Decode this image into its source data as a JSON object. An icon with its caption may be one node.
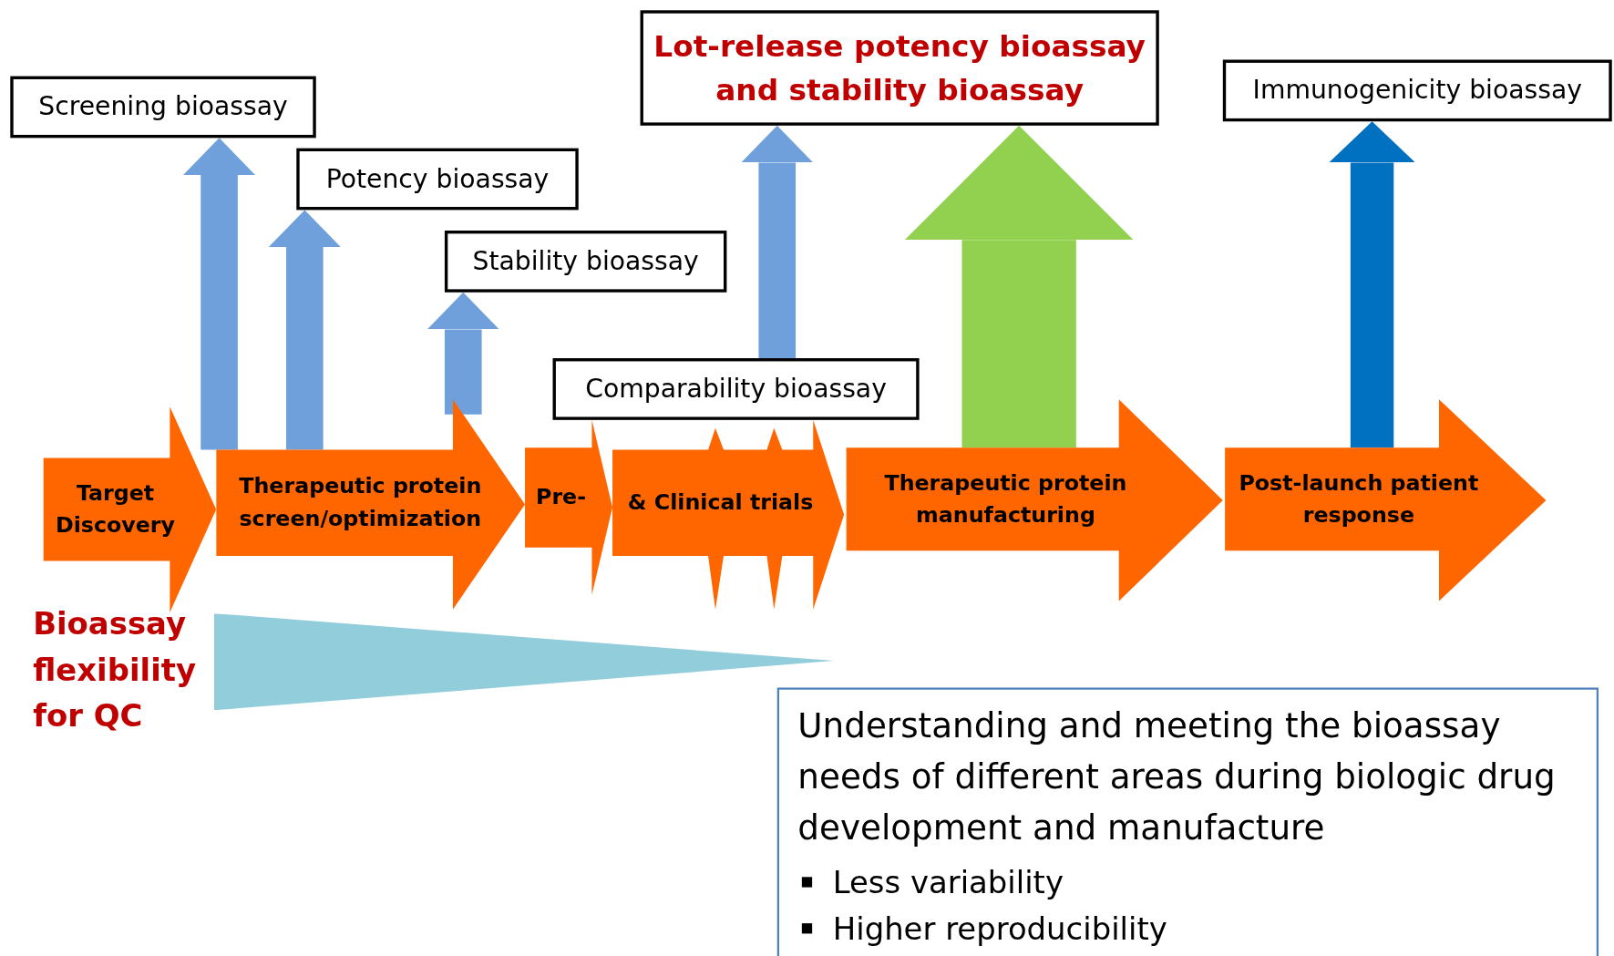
{
  "diagram": {
    "nodes": [
      {
        "text": [
          "Screening bioassay"
        ]
      },
      {
        "text": [
          "Potency bioassay"
        ]
      },
      {
        "text": [
          "Stability bioassay"
        ]
      },
      {
        "text": [
          "Lot-release potency bioassay and stability bioassay"
        ]
      },
      {
        "text": [
          "Immunogenicity bioassay"
        ]
      },
      {
        "text": [
          "Comparability bioassay"
        ]
      },
      {
        "text": [
          "Target Discovery"
        ]
      },
      {
        "text": [
          "Therapeutic protein screen/optimization"
        ]
      },
      {
        "text": [
          "Pre-"
        ]
      },
      {
        "text": [
          "& Clinical trials"
        ]
      },
      {
        "text": [
          "Therapeutic protein manufacturing"
        ]
      },
      {
        "text": [
          "Post-launch patient response"
        ]
      },
      {
        "text": [
          "Understanding and meeting the bioassay needs of different areas during biologic drug development and manufacture",
          "Less variability",
          "Higher reproducibility"
        ]
      },
      {
        "text": [],
        "shape": "triangle",
        "beside": [
          "Bioassay flexibility for QC"
        ]
      }
    ],
    "edges": [
      {
        "from": 7,
        "to": 0,
        "arrow": "to"
      },
      {
        "from": 7,
        "to": 1,
        "arrow": "to"
      },
      {
        "from": 7,
        "to": 2,
        "arrow": "to"
      },
      {
        "from": 5,
        "to": 3,
        "arrow": "to"
      },
      {
        "from": 10,
        "to": 3,
        "arrow": "to",
        "style": "thick",
        "color": "#92d050"
      },
      {
        "from": 11,
        "to": 4,
        "arrow": "to",
        "color": "#0070c0"
      }
    ]
  }
}
